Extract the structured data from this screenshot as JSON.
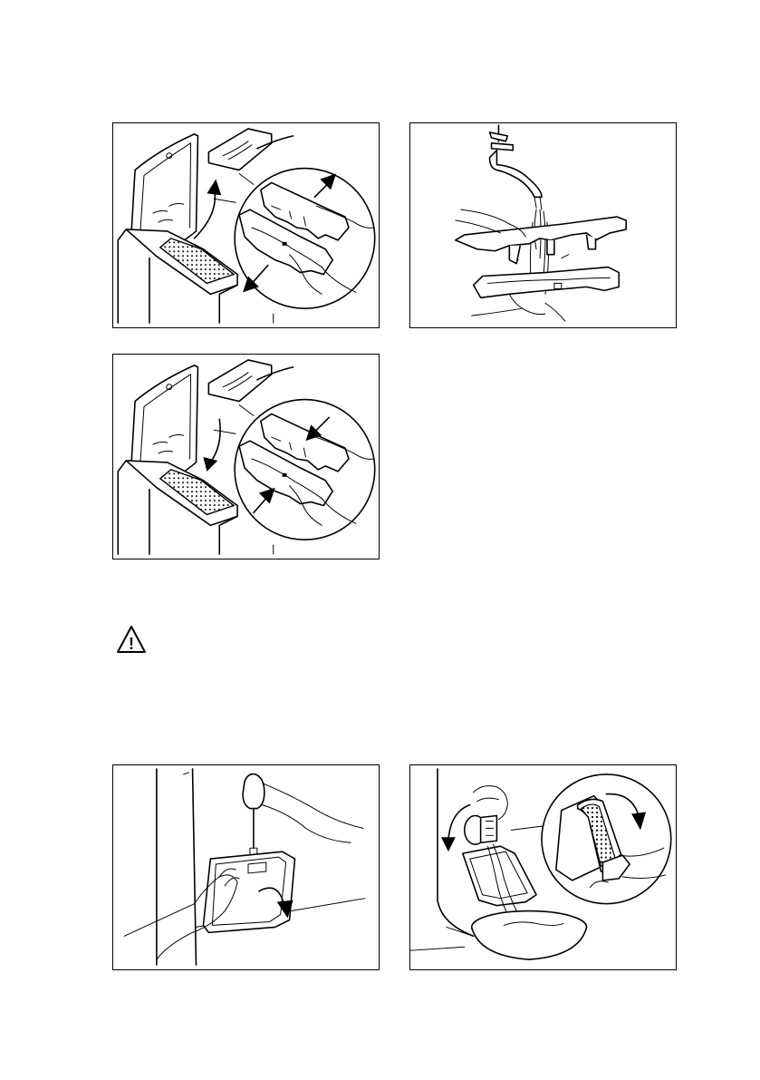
{
  "figures": [
    {
      "id": "fig-1",
      "icon": "filter-removal-illustration"
    },
    {
      "id": "fig-2",
      "icon": "filter-rinse-illustration"
    },
    {
      "id": "fig-3",
      "icon": "filter-refit-illustration"
    },
    {
      "id": "fig-4",
      "icon": "pump-flap-open-illustration"
    },
    {
      "id": "fig-5",
      "icon": "drain-filter-removal-illustration"
    }
  ],
  "warning": {
    "icon": "warning-triangle-icon",
    "symbol": "!"
  }
}
